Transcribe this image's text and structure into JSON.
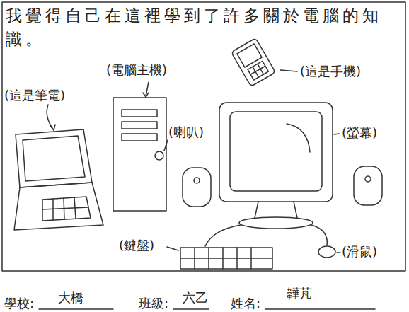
{
  "diagram": {
    "title": "我覺得自己在這裡學到了許多關於電腦的知識。",
    "labels": [
      "(電腦主機)",
      "(這是手機)",
      "(這是筆電)",
      "(喇叭)",
      "(螢幕)",
      "(鍵盤)",
      "(滑鼠)",
      "學校:",
      "大橋",
      "班級:",
      "六乙",
      "姓名:",
      "韡芃"
    ]
  }
}
